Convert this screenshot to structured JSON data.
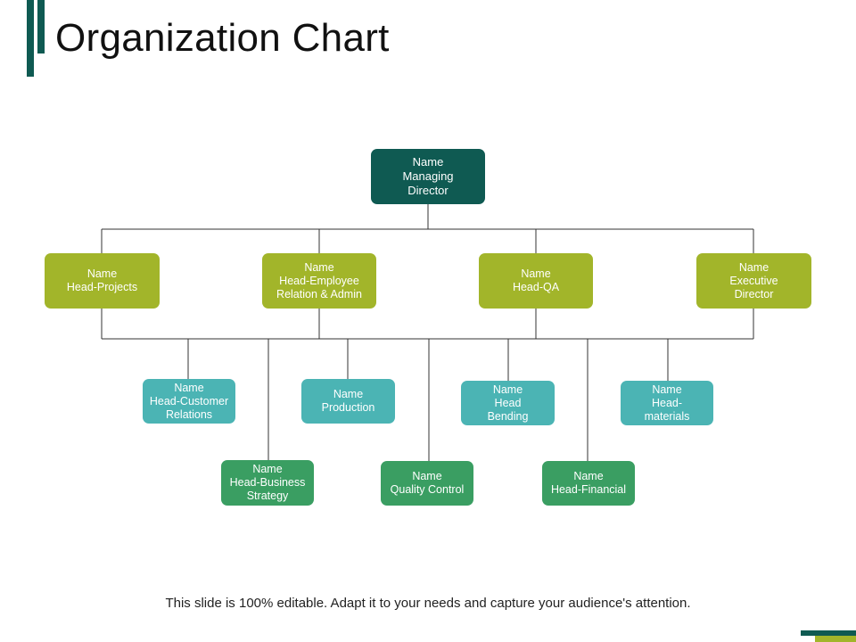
{
  "slide": {
    "title": "Organization Chart",
    "footer": "This slide is 100% editable. Adapt it to your needs and capture your audience's attention."
  },
  "colors": {
    "top": "#0f5a52",
    "level1": "#a2b52a",
    "level2_teal": "#4bb4b4",
    "level2_green": "#3a9e62",
    "connector": "#333333"
  },
  "org": {
    "managing_director": [
      "Name",
      "Managing",
      "Director"
    ],
    "head_projects": [
      "Name",
      "Head-Projects"
    ],
    "head_employee_relation": [
      "Name",
      "Head-Employee",
      "Relation & Admin"
    ],
    "head_qa": [
      "Name",
      "Head-QA"
    ],
    "executive_director": [
      "Name",
      "Executive",
      "Director"
    ],
    "head_customer_relations": [
      "Name",
      "Head-Customer",
      "Relations"
    ],
    "production": [
      "Name",
      "Production"
    ],
    "head_bending": [
      "Name",
      "Head",
      "Bending"
    ],
    "head_materials": [
      "Name",
      "Head-",
      "materials"
    ],
    "head_business_strategy": [
      "Name",
      "Head-Business",
      "Strategy"
    ],
    "quality_control": [
      "Name",
      "Quality Control"
    ],
    "head_financial": [
      "Name",
      "Head-Financial"
    ]
  }
}
